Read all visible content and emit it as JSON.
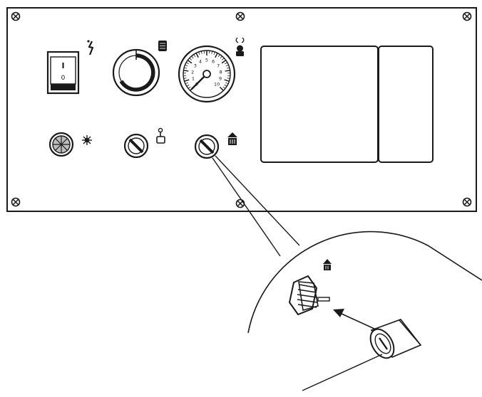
{
  "diagram": {
    "switch": {
      "on_symbol": "I",
      "off_symbol": "0"
    },
    "gauge": {
      "tick_labels": [
        "0",
        "1",
        "2",
        "3",
        "4",
        "5",
        "6",
        "7",
        "8",
        "9",
        "10"
      ]
    }
  },
  "colors": {
    "ink": "#1a1a1a",
    "paper": "#ffffff",
    "indicator_shade": "#bdbdbd"
  },
  "icons": [
    "screw-icon",
    "lightning-icon",
    "thermostat-icon",
    "pressure-icon",
    "indicator-light-icon",
    "hand-icon",
    "fuse-icon",
    "arrow-icon"
  ]
}
